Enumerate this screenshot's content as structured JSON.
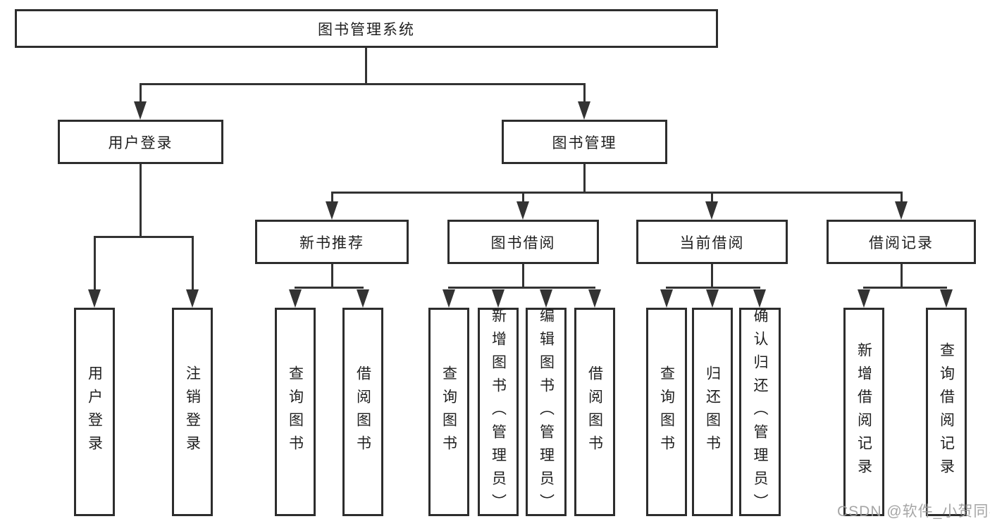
{
  "tree": {
    "root": {
      "label": "图书管理系统",
      "children": [
        {
          "label": "用户登录",
          "children": [
            {
              "label": "用户登录"
            },
            {
              "label": "注销登录"
            }
          ]
        },
        {
          "label": "图书管理",
          "children": [
            {
              "label": "新书推荐",
              "children": [
                {
                  "label": "查询图书"
                },
                {
                  "label": "借阅图书"
                }
              ]
            },
            {
              "label": "图书借阅",
              "children": [
                {
                  "label": "查询图书"
                },
                {
                  "label": "新增图书（管理员）"
                },
                {
                  "label": "编辑图书（管理员）"
                },
                {
                  "label": "借阅图书"
                }
              ]
            },
            {
              "label": "当前借阅",
              "children": [
                {
                  "label": "查询图书"
                },
                {
                  "label": "归还图书"
                },
                {
                  "label": "确认归还（管理员）"
                }
              ]
            },
            {
              "label": "借阅记录",
              "children": [
                {
                  "label": "新增借阅记录"
                },
                {
                  "label": "查询借阅记录"
                }
              ]
            }
          ]
        }
      ]
    }
  },
  "watermark": {
    "text": "CSDN @软件_小贺同学"
  },
  "colors": {
    "line": "#333333",
    "box_border": "#2d2d2d",
    "text": "#1f1f1f",
    "watermark": "#9c9c9c",
    "background": "#ffffff"
  }
}
